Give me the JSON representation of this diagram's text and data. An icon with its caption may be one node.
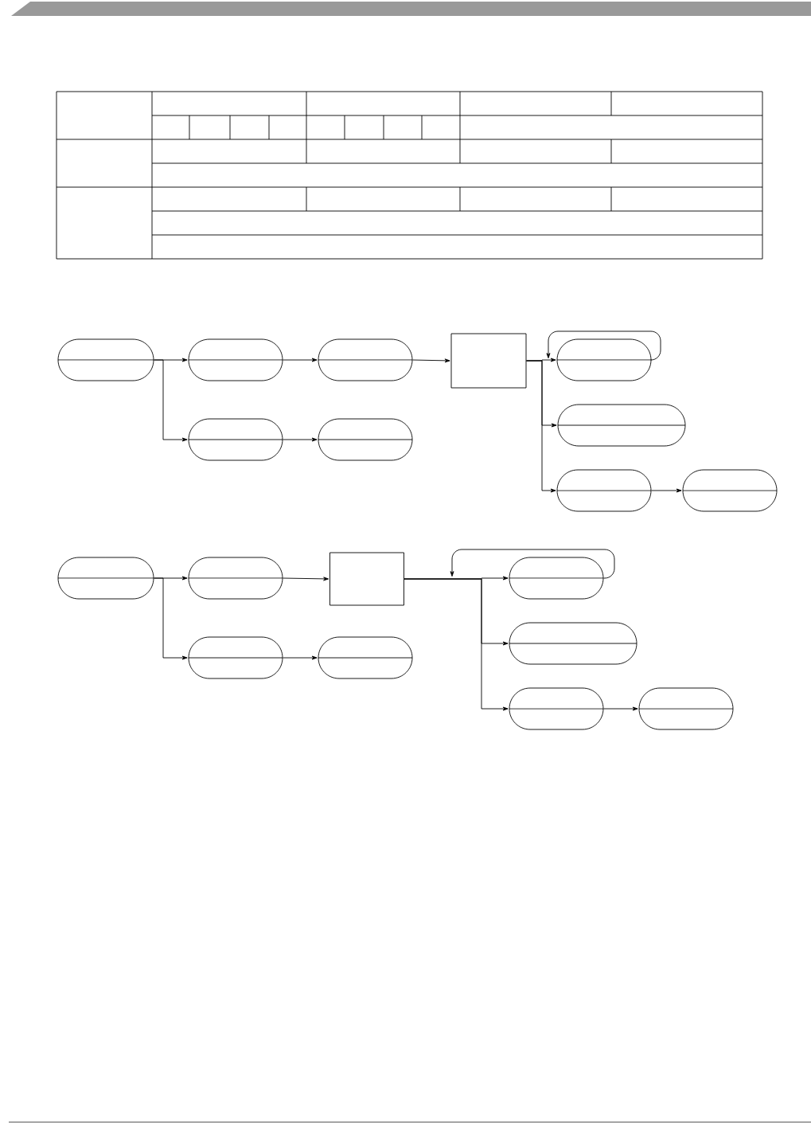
{
  "diagram": {
    "nodes": [
      {
        "text": [],
        "shape": "capsule"
      },
      {
        "text": [],
        "shape": "capsule"
      },
      {
        "text": [],
        "shape": "capsule"
      },
      {
        "text": [],
        "shape": "box"
      },
      {
        "text": [],
        "shape": "capsule"
      },
      {
        "text": [],
        "shape": "capsule"
      },
      {
        "text": [],
        "shape": "capsule"
      },
      {
        "text": [],
        "shape": "capsule"
      },
      {
        "text": [],
        "shape": "capsule"
      },
      {
        "text": [],
        "shape": "capsule"
      },
      {
        "text": [],
        "shape": "capsule"
      },
      {
        "text": [],
        "shape": "capsule"
      },
      {
        "text": [],
        "shape": "box"
      },
      {
        "text": [],
        "shape": "capsule"
      },
      {
        "text": [],
        "shape": "capsule"
      },
      {
        "text": [],
        "shape": "capsule"
      },
      {
        "text": [],
        "shape": "capsule"
      },
      {
        "text": [],
        "shape": "capsule"
      },
      {
        "text": [],
        "shape": "capsule"
      }
    ],
    "edges": [
      {
        "from": 0,
        "to": 1,
        "arrow": "to"
      },
      {
        "from": 0,
        "to": 5,
        "arrow": "to"
      },
      {
        "from": 1,
        "to": 2,
        "arrow": "to"
      },
      {
        "from": 2,
        "to": 3,
        "arrow": "to"
      },
      {
        "from": 3,
        "to": 4,
        "arrow": "to"
      },
      {
        "from": 3,
        "to": 7,
        "arrow": "to"
      },
      {
        "from": 3,
        "to": 8,
        "arrow": "to"
      },
      {
        "from": 4,
        "to": null,
        "arrow": "to"
      },
      {
        "from": 5,
        "to": 6,
        "arrow": "to"
      },
      {
        "from": 8,
        "to": 9,
        "arrow": "to"
      },
      {
        "from": 10,
        "to": 11,
        "arrow": "to"
      },
      {
        "from": 10,
        "to": 14,
        "arrow": "to"
      },
      {
        "from": 11,
        "to": 12,
        "arrow": "to"
      },
      {
        "from": 12,
        "to": 13,
        "arrow": "to"
      },
      {
        "from": 12,
        "to": 16,
        "arrow": "to"
      },
      {
        "from": 12,
        "to": 17,
        "arrow": "to"
      },
      {
        "from": 13,
        "to": null,
        "arrow": "to"
      },
      {
        "from": 14,
        "to": 15,
        "arrow": "to"
      },
      {
        "from": 17,
        "to": 18,
        "arrow": "to"
      }
    ]
  }
}
